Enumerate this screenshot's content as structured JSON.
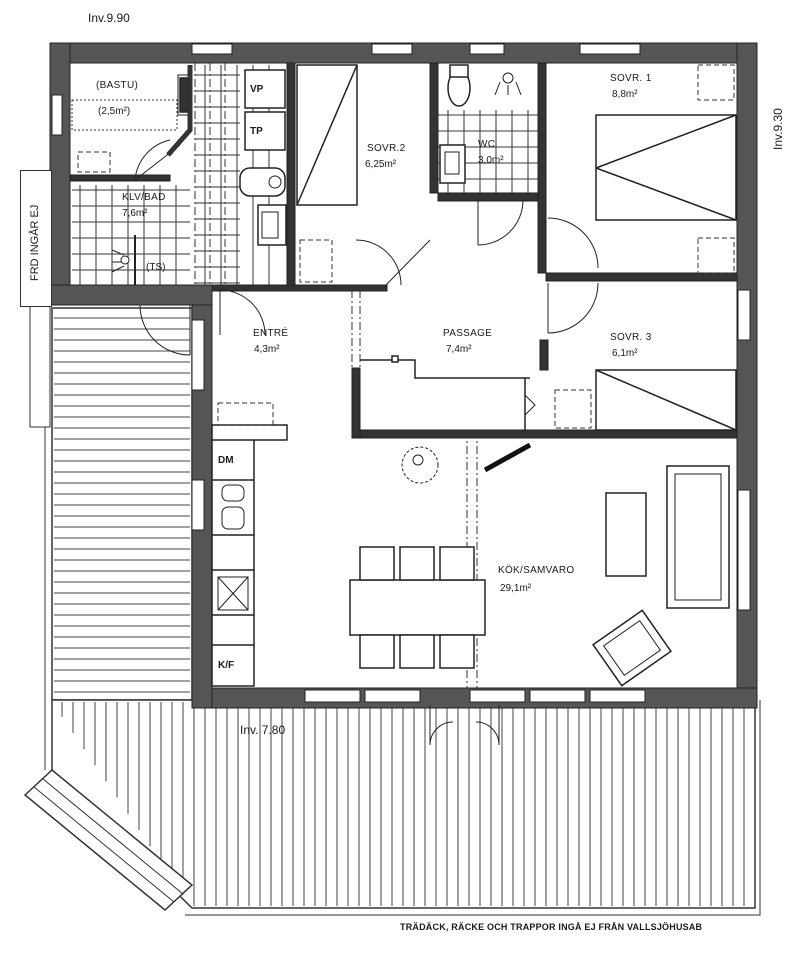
{
  "levels": {
    "top_left": "Inv.9.90",
    "right": "Inv.9.30",
    "deck": "Inv. 7.80"
  },
  "side_note": "FRD INGÅR EJ",
  "rooms": {
    "bastu": {
      "name": "(BASTU)",
      "area": "(2,5m²)"
    },
    "klv_bad": {
      "name": "KLV/BAD",
      "area": "7,6m²"
    },
    "sovr2": {
      "name": "SOVR.2",
      "area": "6,25m²"
    },
    "wc": {
      "name": "WC",
      "area": "3,0m²"
    },
    "sovr1": {
      "name": "SOVR. 1",
      "area": "8,8m²"
    },
    "entre": {
      "name": "ENTRÉ",
      "area": "4,3m²"
    },
    "passage": {
      "name": "PASSAGE",
      "area": "7,4m²"
    },
    "sovr3": {
      "name": "SOVR. 3",
      "area": "6,1m²"
    },
    "kok": {
      "name": "KÖK/SAMVARO",
      "area": "29,1m²"
    }
  },
  "fixtures": {
    "vp": "VP",
    "tp": "TP",
    "ts": "(TS)",
    "dm": "DM",
    "kf": "K/F"
  },
  "footer_note": "TRÄDÄCK, RÄCKE OCH TRAPPOR INGÅ EJ FRÅN VALLSJÖHUSAB",
  "colors": {
    "wall": "#555555",
    "line": "#222222",
    "background": "#ffffff"
  }
}
